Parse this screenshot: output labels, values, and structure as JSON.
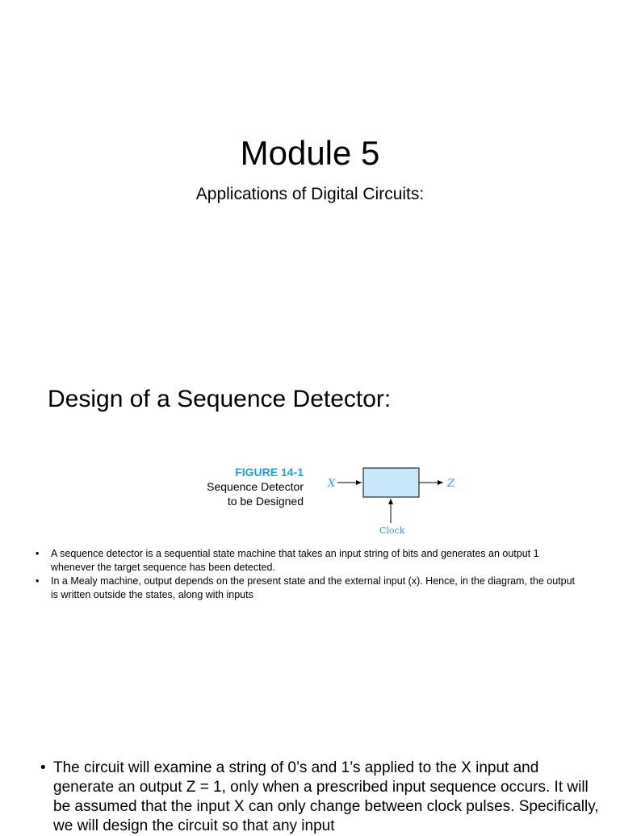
{
  "slide1": {
    "title": "Module 5",
    "subtitle": "Applications of Digital Circuits:"
  },
  "slide2": {
    "heading": "Design of a Sequence Detector:",
    "figure": {
      "label": "FIGURE 14-1",
      "caption_line1": "Sequence Detector",
      "caption_line2": "to be Designed",
      "input_label": "X",
      "output_label": "Z",
      "clock_label": "Clock",
      "box_color": "#c6e8f8",
      "accent_color": "#1fa0d8"
    },
    "bullets": [
      "A sequence detector is a sequential state machine that takes an input string of bits and generates an output 1 whenever the target sequence has been detected.",
      " In a Mealy machine, output depends on the present state and the external input (x). Hence, in the diagram, the output is written outside the states, along with inputs"
    ]
  },
  "slide3": {
    "bullets": [
      "The circuit will examine a string of 0’s and 1’s applied to the X input and generate an output Z = 1, only when a prescribed input sequence occurs. It will be assumed that the input X can only change between clock pulses. Specifically, we will design the circuit so that any input"
    ]
  }
}
